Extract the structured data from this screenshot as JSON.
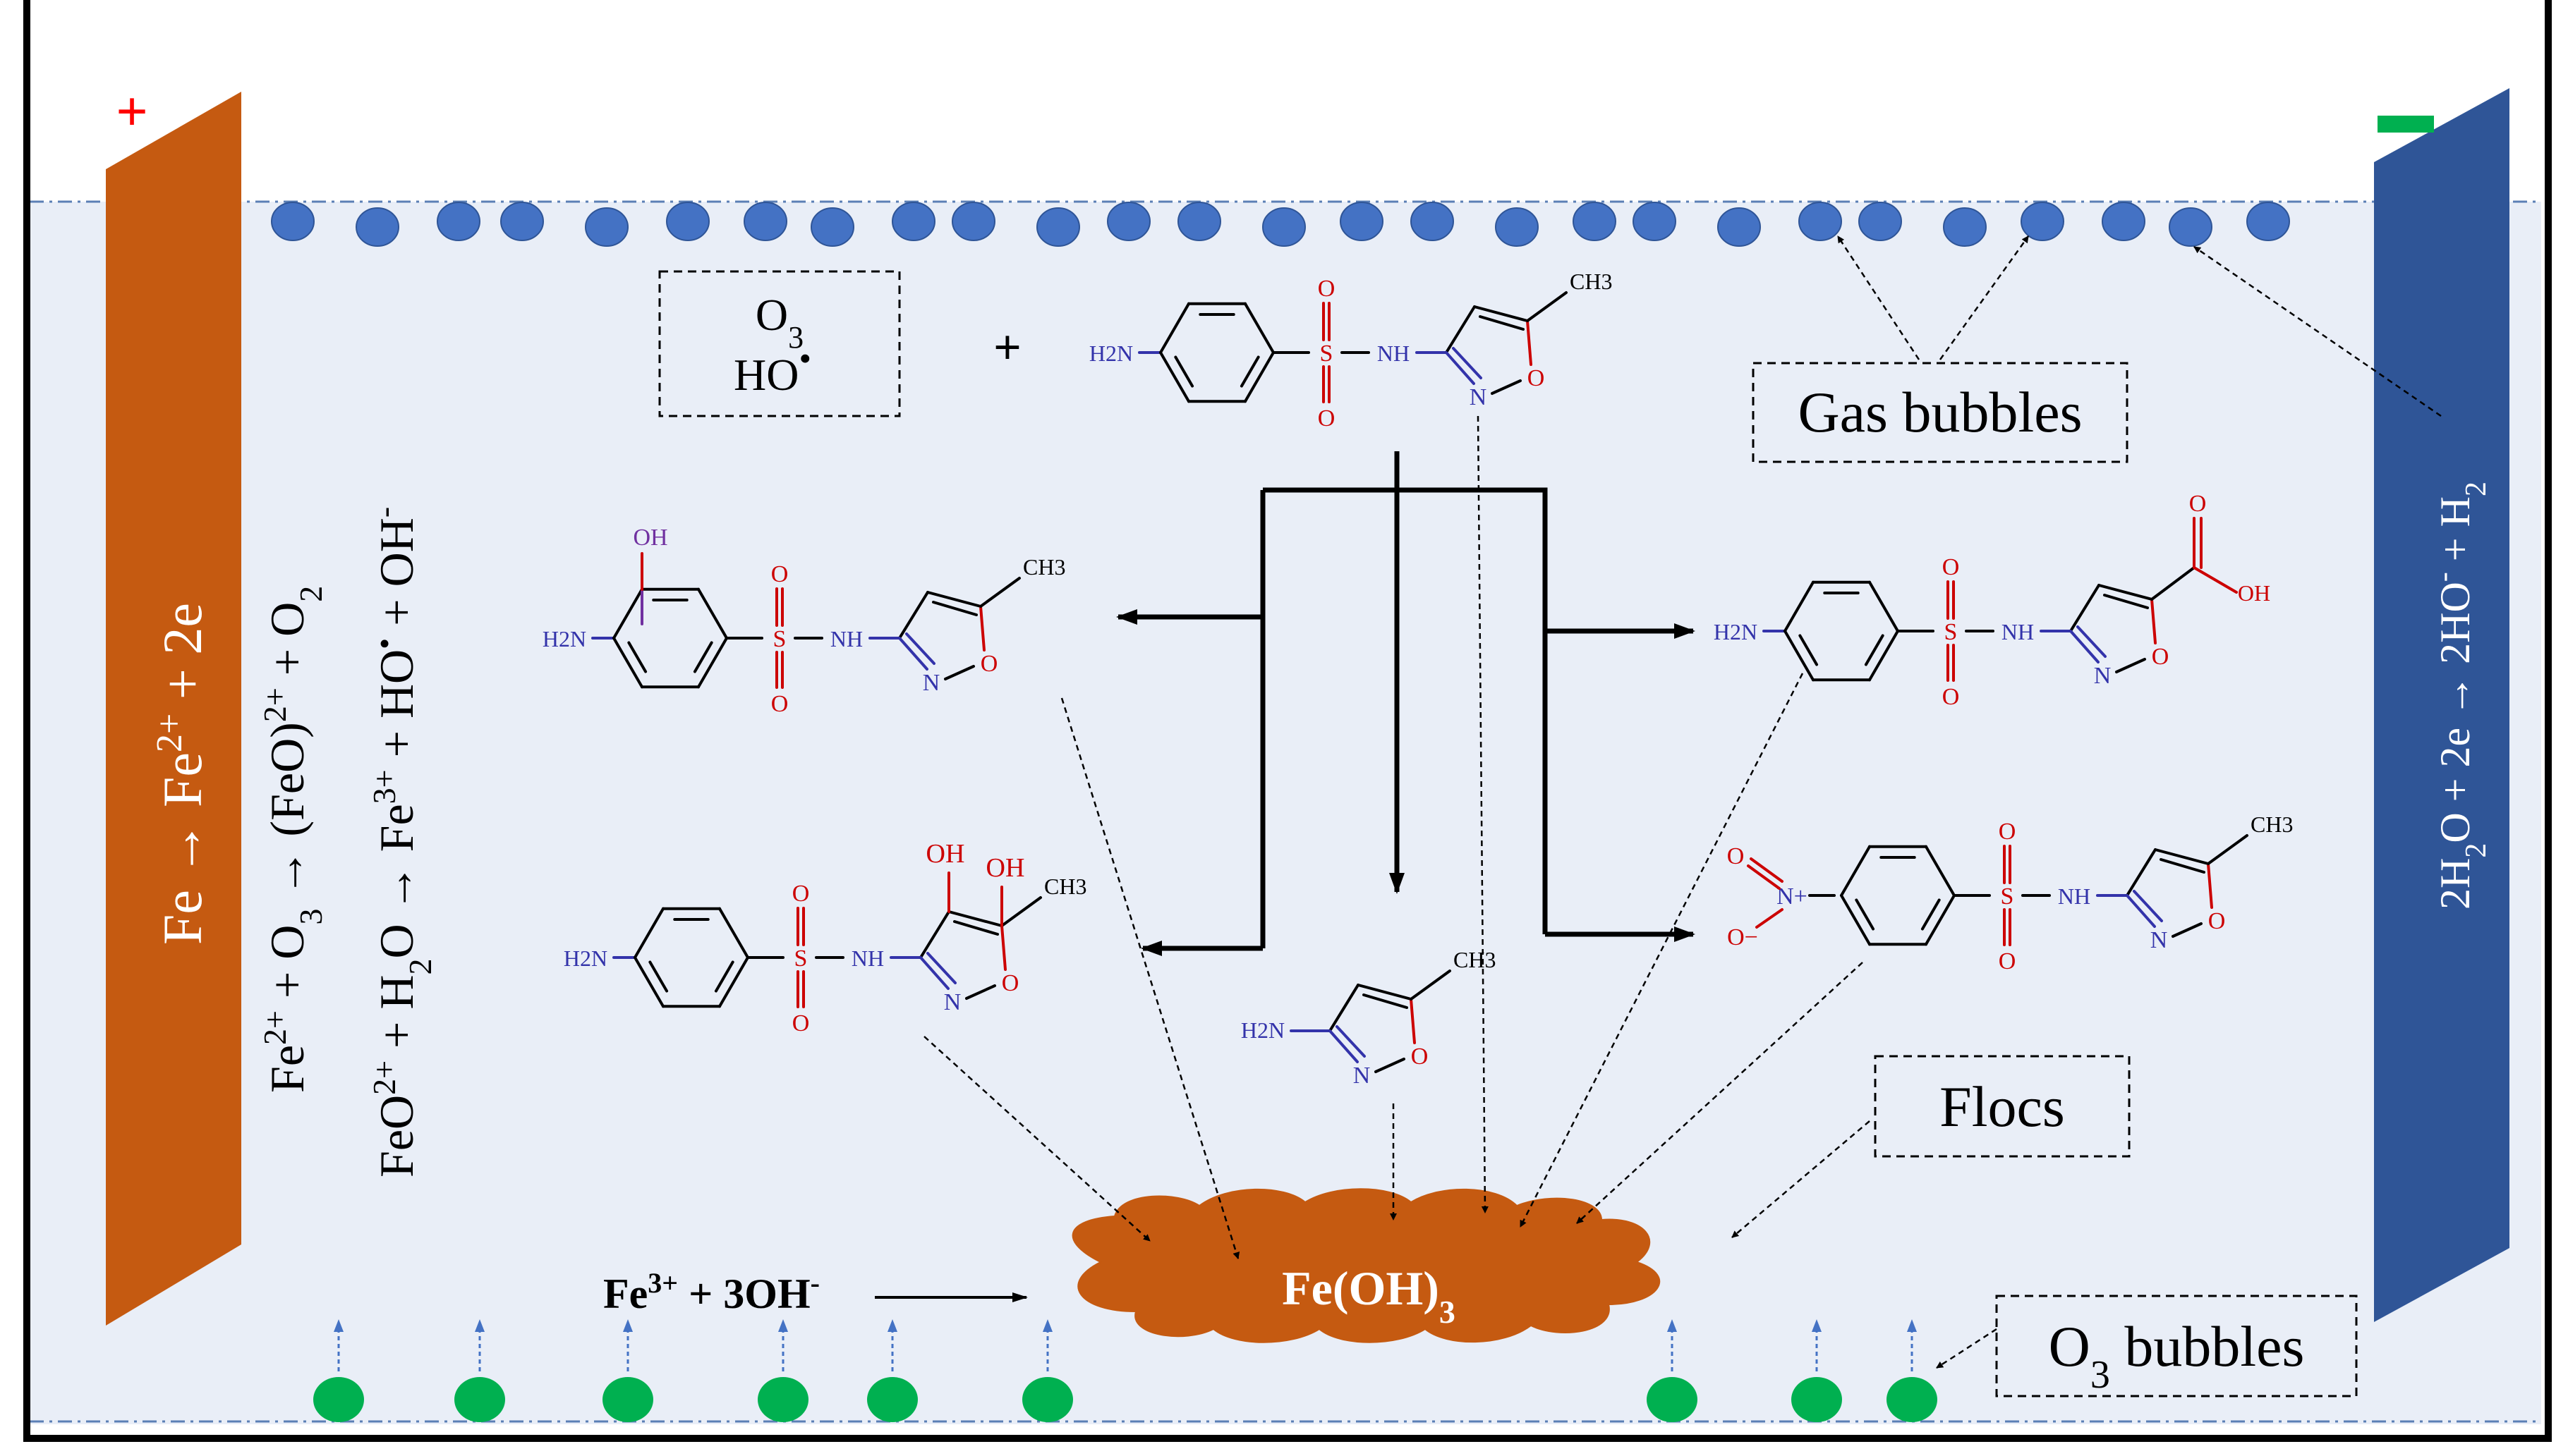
{
  "colors": {
    "water": "#e9eef7",
    "anode": "#c55a11",
    "cathode": "#2f5597",
    "gas_bubble": "#4472c4",
    "o3_bubble": "#00b050",
    "floc": "#c55a11",
    "nitrogen": "#3333aa",
    "oxygen": "#cc0000",
    "plus_sign": "#ff0000",
    "minus_sign": "#00b050"
  },
  "electrodes": {
    "anode_sign": "+",
    "cathode_sign": "-",
    "anode_reaction": "Fe → Fe2+ + 2e",
    "cathode_reaction": "2H2O + 2e → 2HO- + H2"
  },
  "reactions": {
    "r1": "Fe2+ + O3 → (FeO)2+ + O2",
    "r2": "FeO2+ + H2O → Fe3+ + HO• + OH-",
    "r3": "Fe3+ + 3OH- →"
  },
  "labels": {
    "oxidants_line1": "O3",
    "oxidants_line2": "HO•",
    "plus": "+",
    "gas_bubbles": "Gas bubbles",
    "flocs": "Flocs",
    "o3_bubbles": "O3 bubbles",
    "floc_center": "Fe(OH)3"
  },
  "atoms": {
    "H2N": "H2N",
    "CH3": "CH3",
    "OH": "OH",
    "S": "S",
    "O": "O",
    "N": "N",
    "NH": "NH",
    "Nplus": "N+",
    "Ominus": "O−"
  }
}
